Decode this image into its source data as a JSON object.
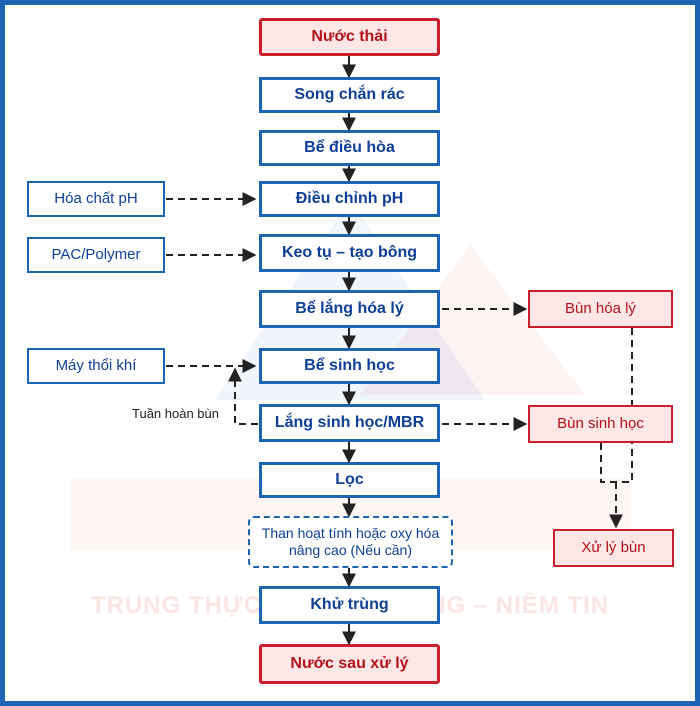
{
  "diagram": {
    "main_steps": [
      "Nước thải",
      "Song chắn rác",
      "Bể điều hòa",
      "Điều chỉnh pH",
      "Keo tụ – tạo bông",
      "Bể lắng hóa lý",
      "Bể sinh học",
      "Lắng sinh học/MBR",
      "Lọc",
      "Than hoạt tính hoặc oxy hóa nâng cao (Nếu cần)",
      "Khử trùng",
      "Nước sau xử lý"
    ],
    "inputs": [
      "Hóa chất pH",
      "PAC/Polymer",
      "Máy thổi khí"
    ],
    "sludge": [
      "Bùn hóa lý",
      "Bùn sinh học",
      "Xử lý bùn"
    ],
    "recycle_label": "Tuần hoàn bùn",
    "watermark": "TRUNG THỰC – CHẤT LƯỢNG – NIỀM TIN"
  },
  "colors": {
    "blue": "#1d64b5",
    "red": "#c91f2c",
    "pink_fill": "#fde6e6"
  }
}
